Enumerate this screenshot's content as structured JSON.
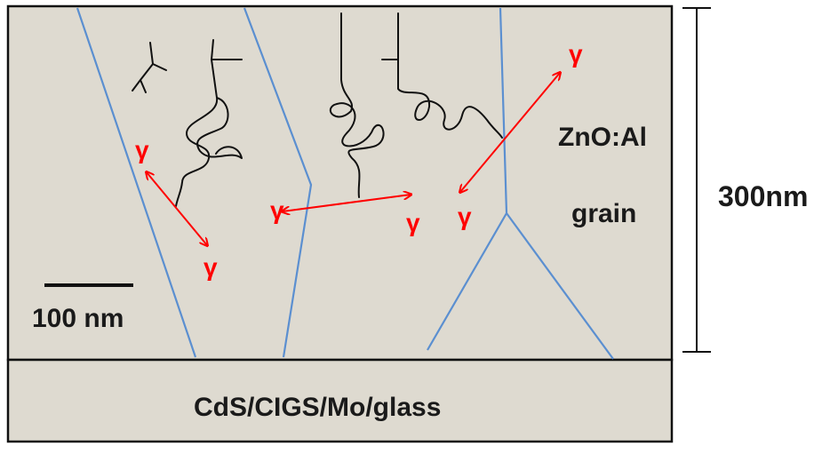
{
  "labels": {
    "film_material": "ZnO:Al",
    "film_grain": "grain",
    "substrate": "CdS/CIGS/Mo/glass",
    "thickness": "300nm",
    "scale_bar": "100 nm",
    "photon_symbol": "γ"
  },
  "colors": {
    "film_fill": "#dedad0",
    "grain_boundary": "#5b8fd0",
    "photon_arrow": "#ff0000",
    "carrier_path": "#111111",
    "outline": "#111111"
  }
}
